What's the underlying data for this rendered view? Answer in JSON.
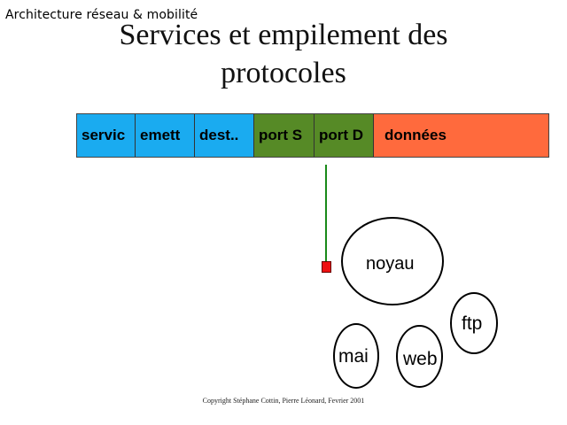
{
  "slide": {
    "corner_title": "Architecture réseau & mobilité",
    "title_line1": "Services et empilement des",
    "title_line2": "protocoles",
    "copyright": "Copyright Stéphane Cottin, Pierre Léonard, Fevrier 2001"
  },
  "header_fields": [
    {
      "label": "servic",
      "color": "#1aabf0"
    },
    {
      "label": "emett",
      "color": "#1aabf0"
    },
    {
      "label": "dest..",
      "color": "#1aabf0"
    },
    {
      "label": "port S",
      "color": "#568a26"
    },
    {
      "label": "port D",
      "color": "#568a26"
    },
    {
      "label": "données",
      "color": "#ff6a3d"
    }
  ],
  "processes": {
    "noyau": "noyau",
    "ftp": "ftp",
    "mail": "mai",
    "web": "web"
  },
  "colors": {
    "link_line": "#1a8a1a",
    "socket": "#ee1111"
  }
}
